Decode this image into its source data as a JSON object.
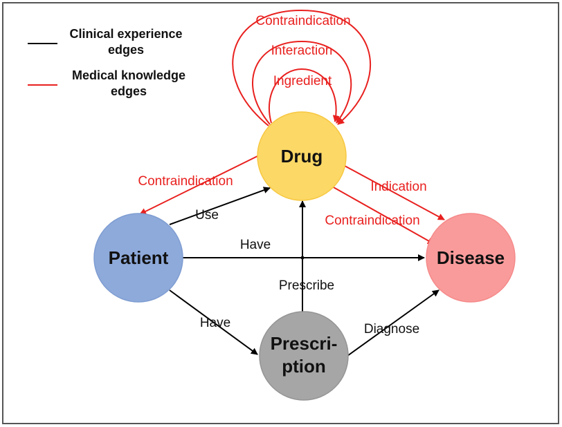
{
  "legend": {
    "clinical": {
      "line1": "Clinical experience",
      "line2": "edges",
      "color": "#000000"
    },
    "medical": {
      "line1": "Medical knowledge",
      "line2": "edges",
      "color": "#e8201e"
    }
  },
  "nodes": {
    "drug": {
      "label": "Drug",
      "color": "#fcd866"
    },
    "patient": {
      "label": "Patient",
      "color": "#8eaadb"
    },
    "disease": {
      "label": "Disease",
      "color": "#fa9b9b"
    },
    "prescription": {
      "line1": "Prescri-",
      "line2": "ption",
      "color": "#a6a6a6"
    }
  },
  "edges": {
    "drug_self_contraindication": "Contraindication",
    "drug_self_interaction": "Interaction",
    "drug_self_ingredient": "Ingredient",
    "drug_patient_contraindication": "Contraindication",
    "drug_disease_indication": "Indication",
    "drug_disease_contraindication": "Contraindication",
    "patient_drug_use": "Use",
    "patient_disease_have": "Have",
    "patient_prescription_have": "Have",
    "prescription_drug_prescribe": "Prescribe",
    "prescription_disease_diagnose": "Diagnose"
  }
}
